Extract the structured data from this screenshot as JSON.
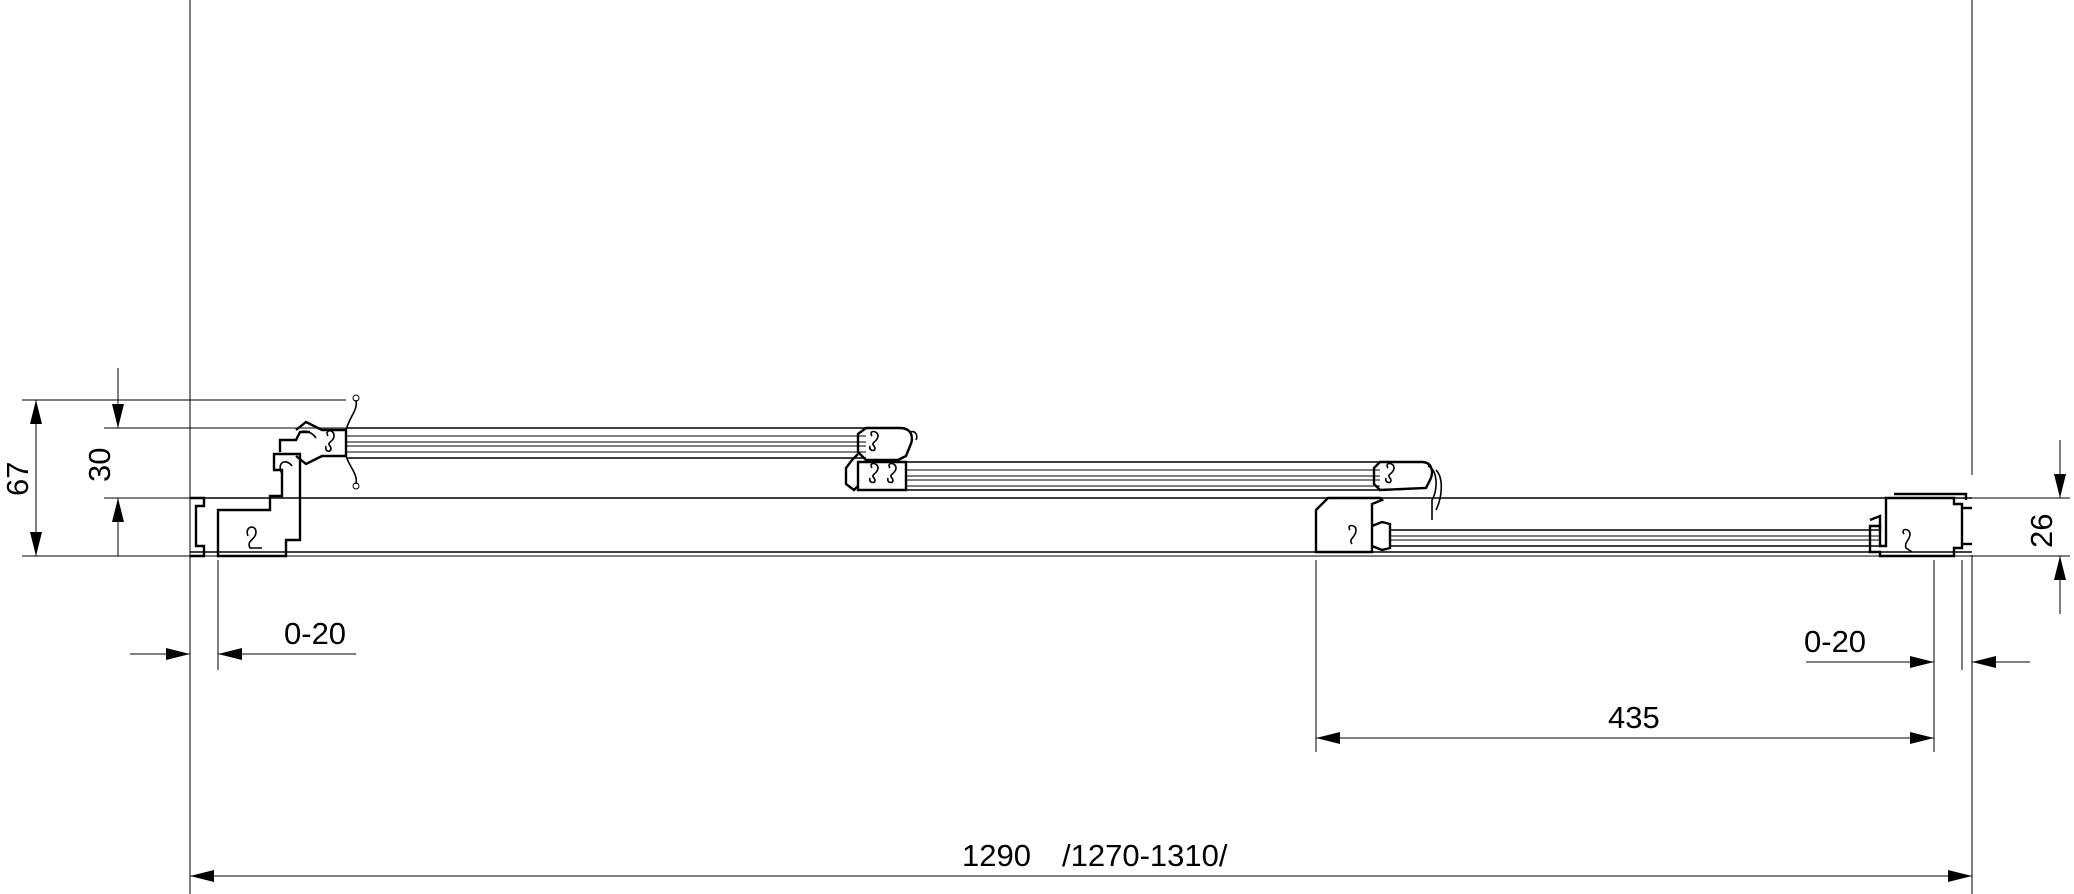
{
  "dimensions": {
    "overall_width": "1290",
    "overall_range": "/1270-1310/",
    "door_width": "435",
    "left_tolerance": "0-20",
    "right_tolerance": "0-20",
    "total_depth": "67",
    "upper_depth": "30",
    "right_depth": "26"
  },
  "colors": {
    "line": "#000000",
    "background": "#ffffff"
  }
}
